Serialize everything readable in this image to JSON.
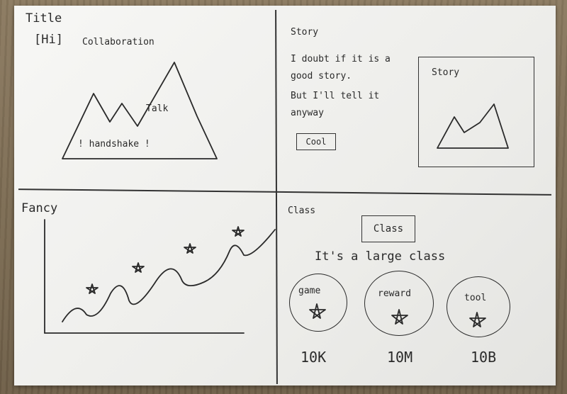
{
  "top_left": {
    "title": "Title",
    "bracket": "[Hi]",
    "subtitle": "Collaboration",
    "picture_label": "Talk",
    "picture_caption": "! handshake !"
  },
  "top_right": {
    "heading": "Story",
    "text_lines": [
      "I doubt if it is a",
      "good story.",
      "But I'll tell it",
      "anyway"
    ],
    "button_label": "Cool",
    "image_label": "Story"
  },
  "bottom_left": {
    "heading": "Fancy"
  },
  "bottom_right": {
    "heading": "Class",
    "button_label": "Class",
    "subtitle": "It's a large class",
    "items": [
      {
        "label": "game",
        "value": "10K"
      },
      {
        "label": "reward",
        "value": "10M"
      },
      {
        "label": "tool",
        "value": "10B"
      }
    ]
  },
  "icons": [
    "mountain-icon",
    "star-icon"
  ]
}
